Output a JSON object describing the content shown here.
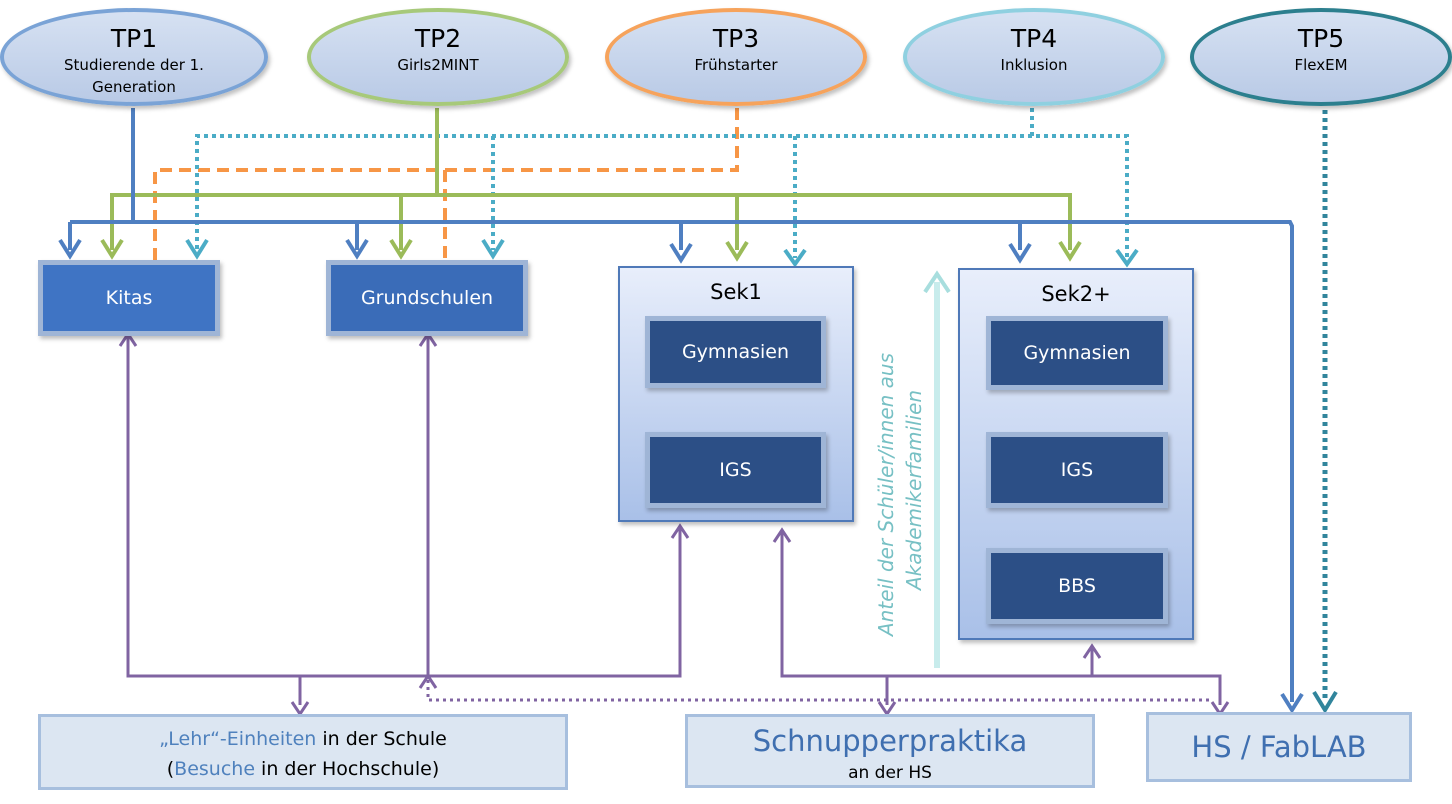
{
  "tps": [
    {
      "id": "TP1",
      "title": "TP1",
      "subtitle": "Studierende der 1. Generation",
      "color": "#7aa3d6"
    },
    {
      "id": "TP2",
      "title": "TP2",
      "subtitle": "Girls2MINT",
      "color": "#a7c97a"
    },
    {
      "id": "TP3",
      "title": "TP3",
      "subtitle": "Frühstarter",
      "color": "#f6a35c"
    },
    {
      "id": "TP4",
      "title": "TP4",
      "subtitle": "Inklusion",
      "color": "#8fd0e0"
    },
    {
      "id": "TP5",
      "title": "TP5",
      "subtitle": "FlexEM",
      "color": "#2c7f8e"
    }
  ],
  "boxes": {
    "kitas": "Kitas",
    "grundschulen": "Grundschulen",
    "sek1": {
      "title": "Sek1",
      "items": [
        "Gymnasien",
        "IGS"
      ]
    },
    "sek2": {
      "title": "Sek2+",
      "items": [
        "Gymnasien",
        "IGS",
        "BBS"
      ]
    }
  },
  "side_label": {
    "line1": "Anteil der Schüler/innen aus",
    "line2": "Akademikerfamilien"
  },
  "bottom": {
    "lehr": {
      "w1": "„Lehr“-Einheiten",
      "t1": " in der Schule",
      "p_open": "(",
      "w2": "Besuche",
      "t2": " in der Hochschule)"
    },
    "schnupper": {
      "title": "Schnupperpraktika",
      "sub": "an der HS"
    },
    "hs": "HS / FabLAB"
  },
  "colors": {
    "tp1": "#4f7fc1",
    "tp2": "#9bbb59",
    "tp3": "#f79646",
    "tp4": "#4bacc6",
    "tp5": "#31859c",
    "purple": "#8064a2"
  }
}
